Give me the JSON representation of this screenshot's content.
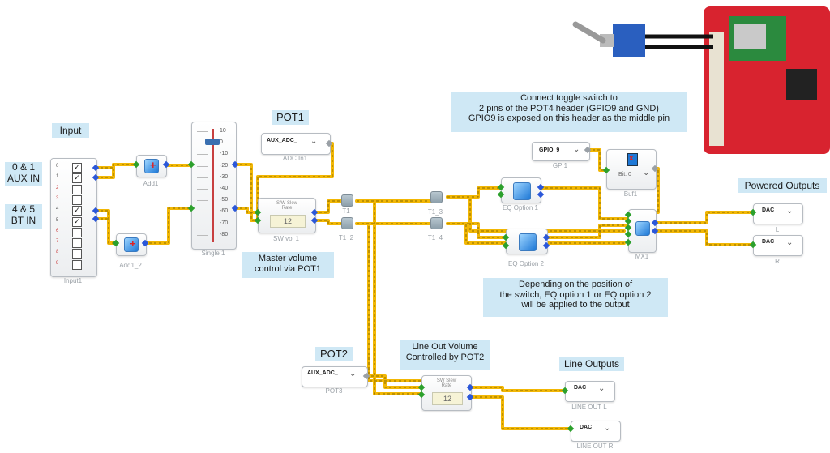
{
  "labels": {
    "input": "Input",
    "aux_in": "0 & 1\nAUX IN",
    "bt_in": "4 & 5\nBT IN",
    "pot1": "POT1",
    "pot2": "POT2",
    "master_volume": "Master volume\ncontrol via POT1",
    "line_out_volume": "Line Out Volume\nControlled by POT2",
    "line_outputs": "Line Outputs",
    "powered_outputs": "Powered Outputs",
    "toggle_note": "Connect toggle switch to\n2 pins of the POT4 header (GPIO9 and GND)\nGPIO9 is exposed on this header as the middle pin",
    "eq_note": "Depending on the position of\nthe switch, EQ option 1 or EQ option 2\nwill be applied to the output"
  },
  "blocks": {
    "input1": {
      "caption": "Input1",
      "channels": [
        "0",
        "1",
        "2",
        "3",
        "4",
        "5",
        "6",
        "7",
        "8",
        "9"
      ],
      "checked": [
        true,
        true,
        false,
        false,
        true,
        true,
        false,
        false,
        false,
        false
      ]
    },
    "add1": {
      "caption": "Add1"
    },
    "add1_2": {
      "caption": "Add1_2"
    },
    "single1": {
      "caption": "Single 1",
      "ticks": [
        "10",
        "0",
        "-10",
        "-20",
        "-30",
        "-40",
        "-50",
        "-60",
        "-70",
        "-80"
      ]
    },
    "adc_in1": {
      "caption": "ADC In1",
      "value": "AUX_ADC_\n"
    },
    "sw_vol1": {
      "caption": "SW vol 1",
      "header": "S/W Slew\nRate",
      "value": "12"
    },
    "t1": {
      "caption": "T1"
    },
    "t1_2": {
      "caption": "T1_2"
    },
    "t1_3": {
      "caption": "T1_3"
    },
    "t1_4": {
      "caption": "T1_4"
    },
    "eq_option1": {
      "caption": "EQ Option 1"
    },
    "eq_option2": {
      "caption": "EQ Option 2"
    },
    "gpi1": {
      "caption": "GPI1",
      "value": "GPIO_9"
    },
    "buf1": {
      "caption": "Buf1",
      "value": "Bit: 0"
    },
    "mx1": {
      "caption": "MX1"
    },
    "dac_l": {
      "caption": "L",
      "value": "DAC\n"
    },
    "dac_r": {
      "caption": "R",
      "value": "DAC\n"
    },
    "pot3": {
      "caption": "POT3",
      "value": "AUX_ADC_\n"
    },
    "sw_vol2": {
      "caption": "",
      "header": "SW Slew\nRate",
      "value": "12"
    },
    "line_out_l": {
      "caption": "LINE OUT L",
      "value": "DAC\n"
    },
    "line_out_r": {
      "caption": "LINE OUT R",
      "value": "DAC\n"
    }
  },
  "colors": {
    "wire_yellow": "#f2b705",
    "wire_dash": "#8a6d00",
    "pin_blue": "#2b57d9",
    "pin_green": "#2ca02c",
    "note_bg": "#cfe8f5",
    "board_red": "#d8232f"
  }
}
